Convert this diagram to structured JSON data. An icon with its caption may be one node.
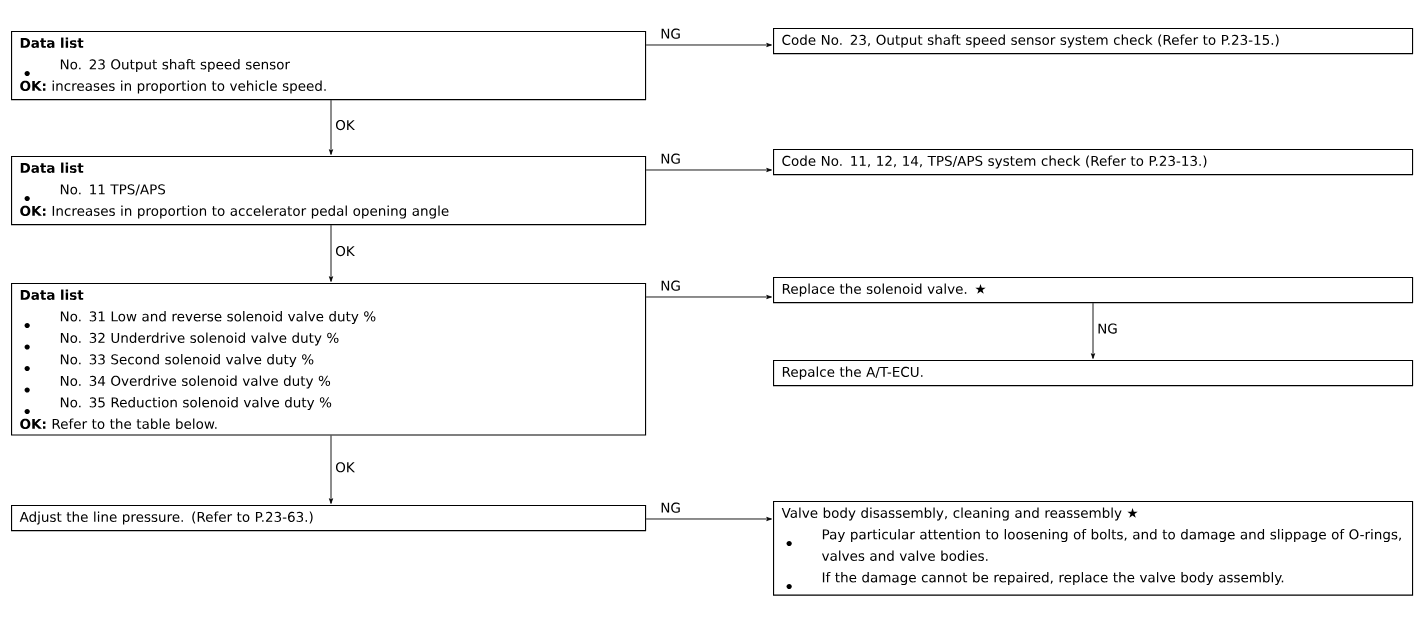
{
  "diagram": {
    "nodes": [
      {
        "text": [
          "Data list",
          "No. 23 Output shaft speed sensor",
          "**OK:** increases in proportion to vehicle speed."
        ]
      },
      {
        "text": [
          "Code No. 23, Output shaft speed sensor system check (Refer to P.23-15.)"
        ]
      },
      {
        "text": [
          "Data list",
          "No. 11 TPS/APS",
          "**OK:** Increases in proportion to accelerator pedal opening angle"
        ]
      },
      {
        "text": [
          "Code No. 11, 12, 14, TPS/APS system check (Refer to P.23-13.)"
        ]
      },
      {
        "text": [
          "Data list",
          "No. 31 Low and reverse solenoid valve duty %",
          "No. 32 Underdrive solenoid valve duty %",
          "No. 33 Second solenoid valve duty %",
          "No. 34 Overdrive solenoid valve duty %",
          "No. 35 Reduction solenoid valve duty %",
          "**OK:** Refer to the table below."
        ]
      },
      {
        "text": [
          "Replace the solenoid valve. ★"
        ]
      },
      {
        "text": [
          "Repalce the A/T-ECU."
        ]
      },
      {
        "text": [
          "Adjust the line pressure. (Refer to P.23-63.)"
        ]
      },
      {
        "text": [
          "Valve body disassembly, cleaning and reassembly ★",
          "Pay particular attention to loosening of bolts, and to damage and slippage of O-rings, valves and valve bodies.",
          "If the damage cannot be repaired, replace the valve body assembly."
        ]
      }
    ],
    "edges": [
      {
        "from": 0,
        "to": 1,
        "arrow": "to",
        "label": "NG"
      },
      {
        "from": 0,
        "to": 2,
        "arrow": "to",
        "label": "OK"
      },
      {
        "from": 2,
        "to": 3,
        "arrow": "to",
        "label": "NG"
      },
      {
        "from": 2,
        "to": 4,
        "arrow": "to",
        "label": "OK"
      },
      {
        "from": 4,
        "to": 5,
        "arrow": "to",
        "label": "NG"
      },
      {
        "from": 5,
        "to": 6,
        "arrow": "to",
        "label": "NG"
      },
      {
        "from": 4,
        "to": 7,
        "arrow": "to",
        "label": "OK"
      },
      {
        "from": 7,
        "to": 8,
        "arrow": "to",
        "label": "NG"
      }
    ]
  }
}
